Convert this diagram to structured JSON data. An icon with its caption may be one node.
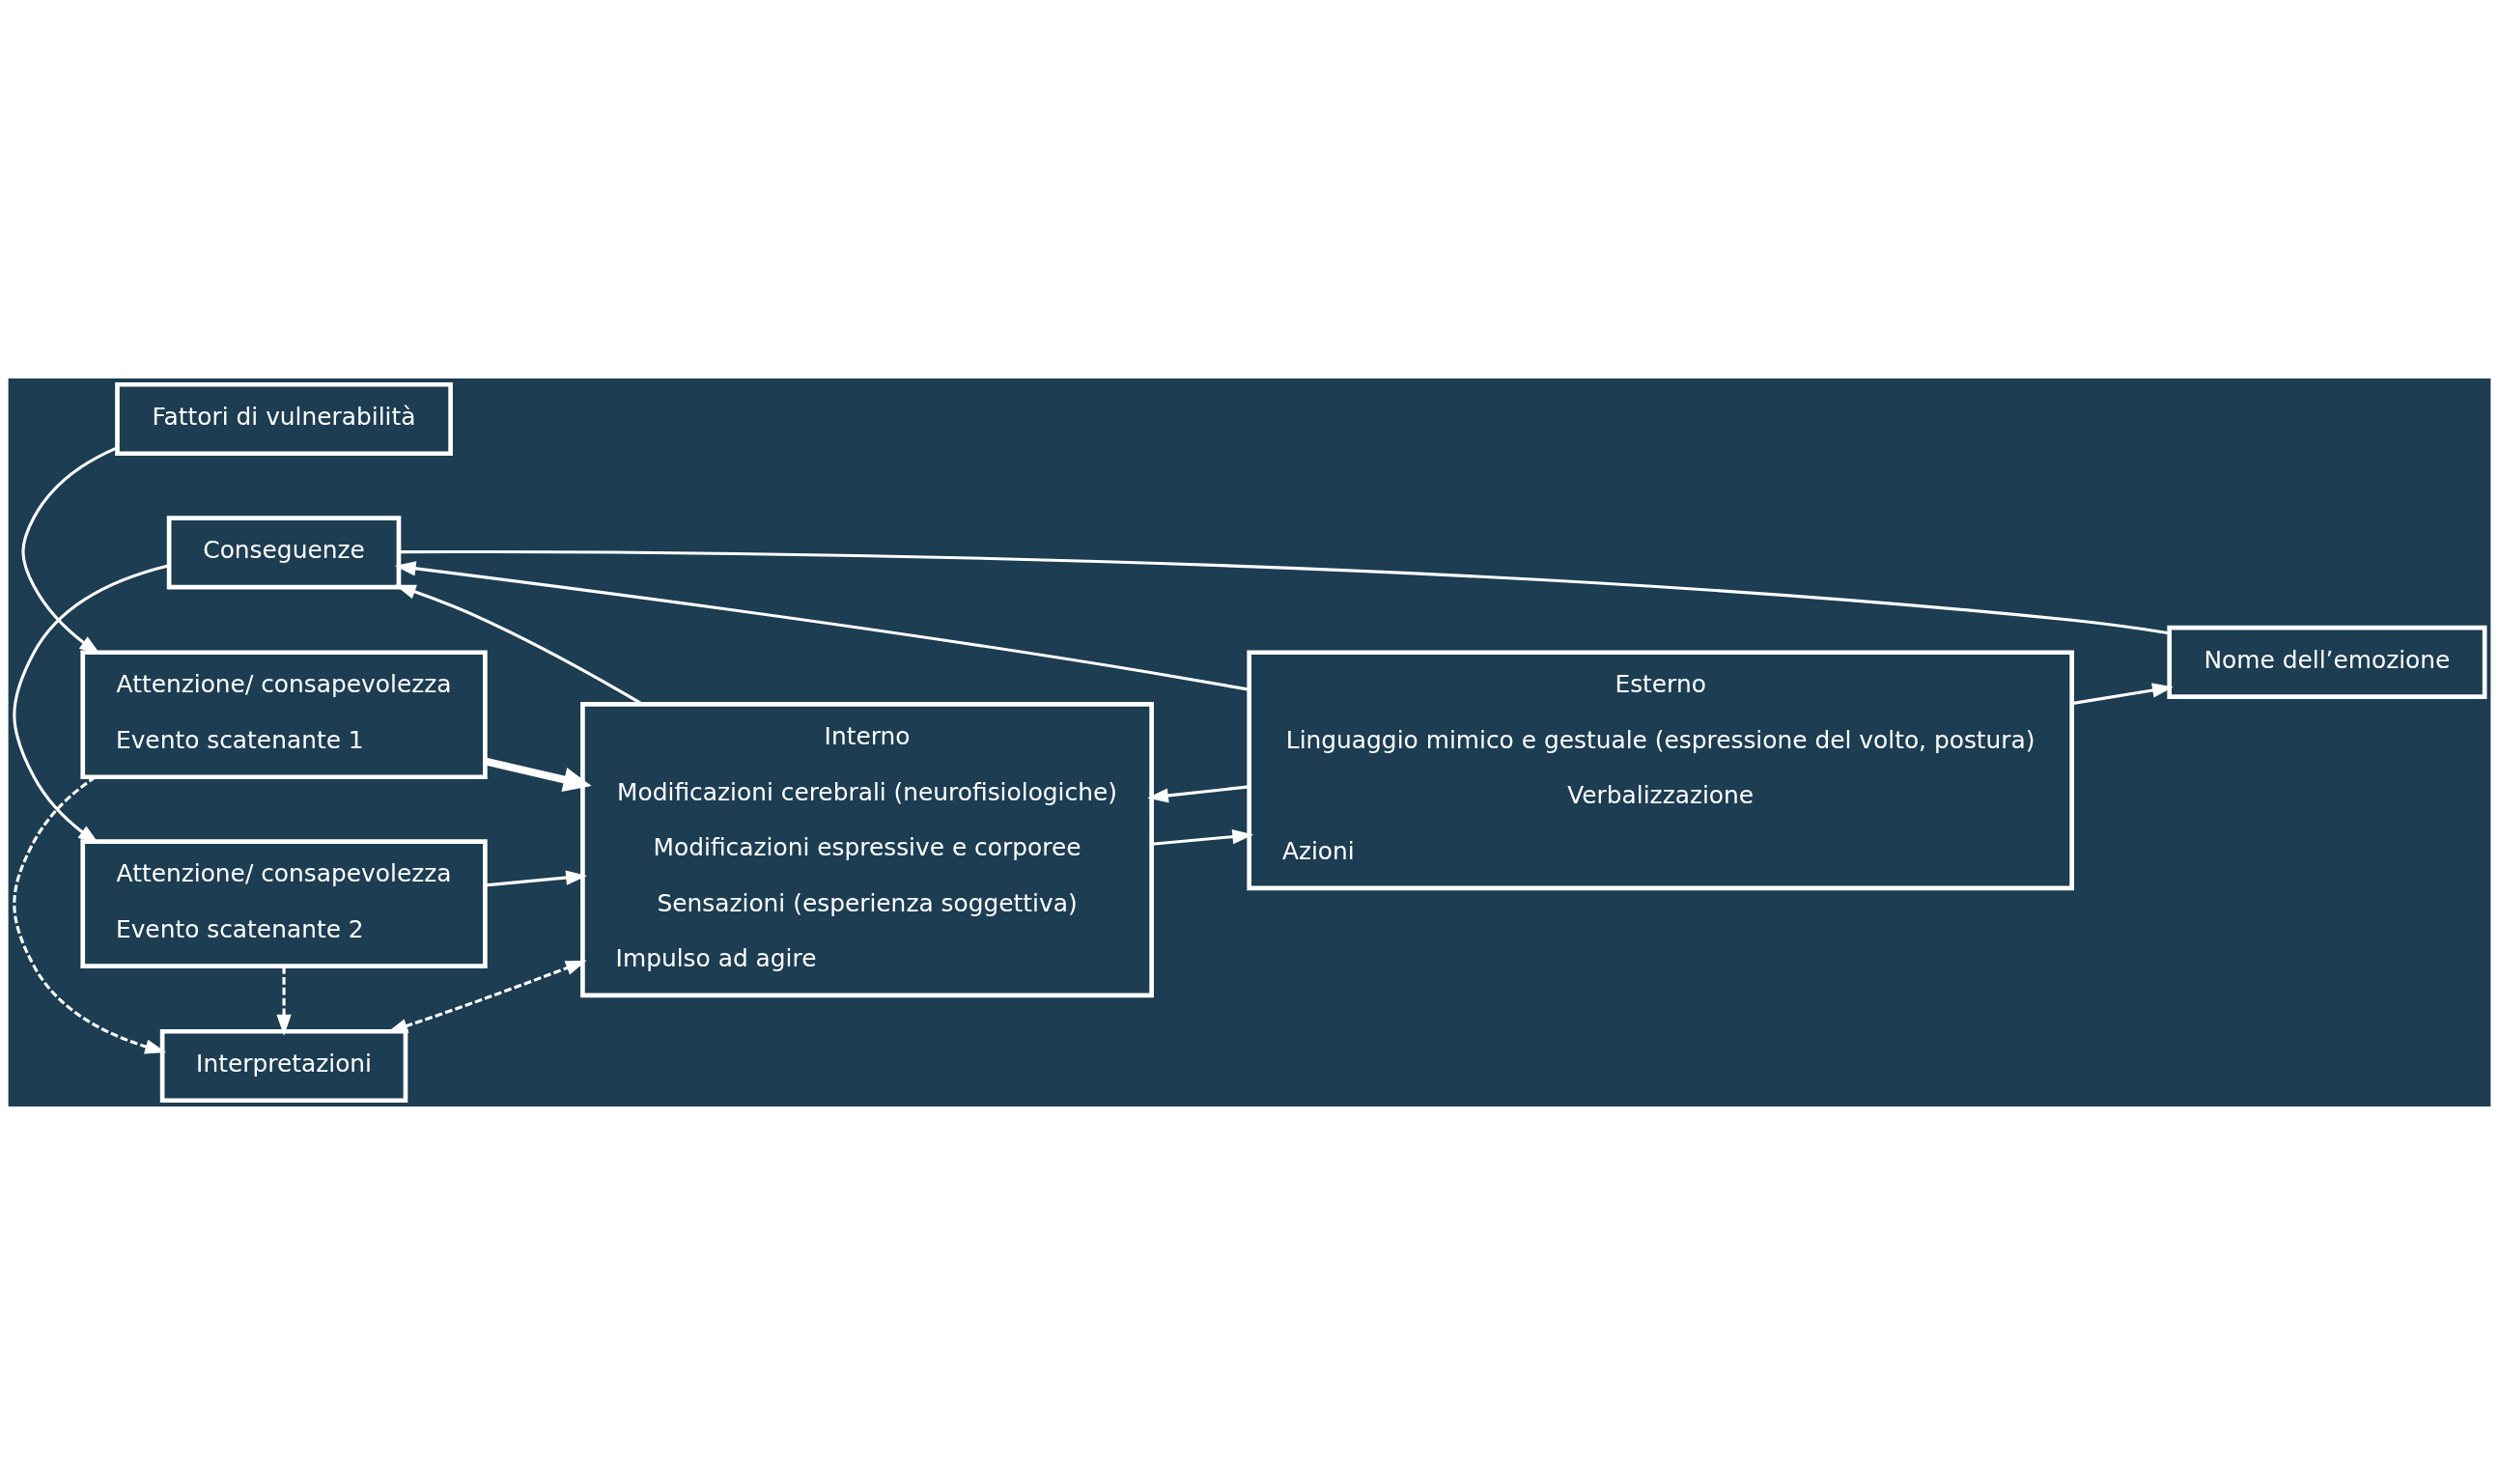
{
  "diagram": {
    "nodes": [
      {
        "text": [
          "Fattori di vulnerabilità"
        ]
      },
      {
        "text": [
          "Attenzione/ consapevolezza",
          "Evento scatenante 1"
        ]
      },
      {
        "text": [
          "Interpretazioni"
        ]
      },
      {
        "text": [
          "Attenzione/ consapevolezza",
          "Evento scatenante 2"
        ]
      },
      {
        "text": [
          "Interno",
          "Modificazioni cerebrali (neurofisiologiche)",
          "Modificazioni espressive e corporee",
          "Sensazioni (esperienza soggettiva)",
          "Impulso ad agire"
        ]
      },
      {
        "text": [
          "Esterno",
          "Linguaggio mimico e gestuale (espressione del volto, postura)",
          "Verbalizzazione",
          "Azioni"
        ]
      },
      {
        "text": [
          "Nome dell’emozione"
        ]
      },
      {
        "text": [
          "Conseguenze"
        ]
      }
    ],
    "edges": [
      {
        "from": 0,
        "to": 1,
        "arrow": "to"
      },
      {
        "from": 1,
        "to": 4,
        "arrow": "to",
        "style": "thick"
      },
      {
        "from": 1,
        "to": 2,
        "arrow": "to",
        "style": "dashed"
      },
      {
        "from": 2,
        "to": 4,
        "arrow": "both",
        "style": "dashed"
      },
      {
        "from": 3,
        "to": 2,
        "arrow": "to",
        "style": "dashed"
      },
      {
        "from": 3,
        "to": 4,
        "arrow": "to"
      },
      {
        "from": 4,
        "to": 5,
        "arrow": "to"
      },
      {
        "from": 5,
        "to": 4,
        "arrow": "to"
      },
      {
        "from": 5,
        "to": 6,
        "arrow": "to"
      },
      {
        "from": 4,
        "to": 7,
        "arrow": "to"
      },
      {
        "from": 5,
        "to": 7,
        "arrow": "to"
      },
      {
        "from": 6,
        "to": 7,
        "arrow": "none"
      },
      {
        "from": 7,
        "to": 3,
        "arrow": "to"
      }
    ]
  }
}
